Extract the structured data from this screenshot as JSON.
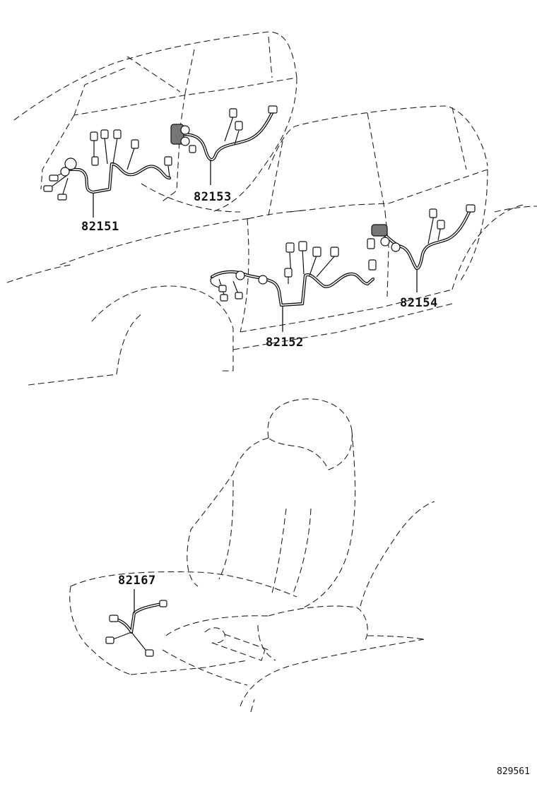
{
  "parts": {
    "p82151": "82151",
    "p82153": "82153",
    "p82152": "82152",
    "p82154": "82154",
    "p82167": "82167"
  },
  "reference_code": "829561"
}
